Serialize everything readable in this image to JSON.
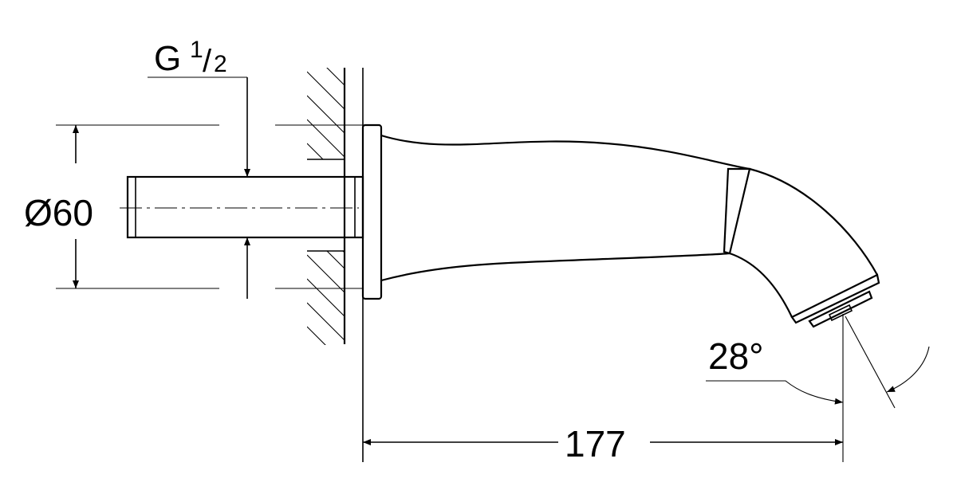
{
  "drawing": {
    "thread_label": "G",
    "thread_fraction_num": "1",
    "thread_fraction_den": "2",
    "diameter_label": "Ø60",
    "angle_label": "28°",
    "length_label": "177"
  },
  "colors": {
    "line": "#000000",
    "background": "#ffffff"
  }
}
